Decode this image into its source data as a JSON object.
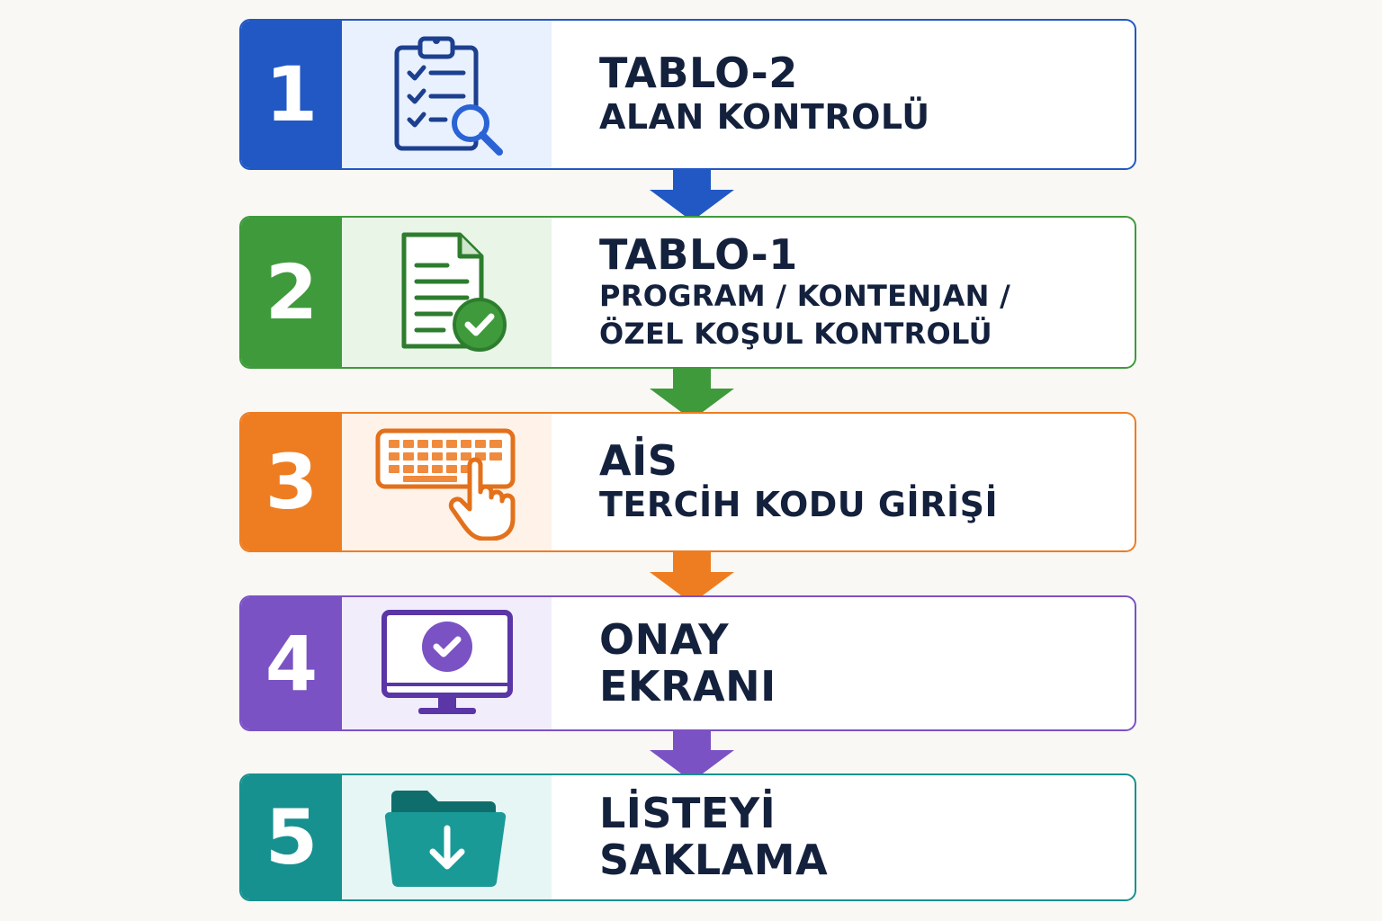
{
  "steps": [
    {
      "number": "1",
      "title": "TABLO-2",
      "subtitle": "ALAN KONTROLÜ",
      "icon": "clipboard-checklist-search-icon",
      "color": "#2158c4",
      "panel": "#e8f1fd"
    },
    {
      "number": "2",
      "title": "TABLO-1",
      "subtitle_line1": "PROGRAM / KONTENJAN /",
      "subtitle_line2": "ÖZEL KOŞUL KONTROLÜ",
      "icon": "document-check-icon",
      "color": "#3f9a3c",
      "panel": "#e9f5e7"
    },
    {
      "number": "3",
      "title": "AİS",
      "subtitle": "TERCİH KODU GİRİŞİ",
      "icon": "keyboard-hand-icon",
      "color": "#ee7d22",
      "panel": "#fff2e8"
    },
    {
      "number": "4",
      "title": "ONAY",
      "subtitle": "EKRANI",
      "icon": "monitor-check-icon",
      "color": "#7b52c4",
      "panel": "#f2edfb"
    },
    {
      "number": "5",
      "title": "LİSTEYİ",
      "subtitle": "SAKLAMA",
      "icon": "folder-download-icon",
      "color": "#17918f",
      "panel": "#e6f6f5"
    }
  ],
  "arrows": [
    {
      "icon": "arrow-down-icon",
      "color": "#2158c4"
    },
    {
      "icon": "arrow-down-icon",
      "color": "#3f9a3c"
    },
    {
      "icon": "arrow-down-icon",
      "color": "#ee7d22"
    },
    {
      "icon": "arrow-down-icon",
      "color": "#7b52c4"
    }
  ]
}
